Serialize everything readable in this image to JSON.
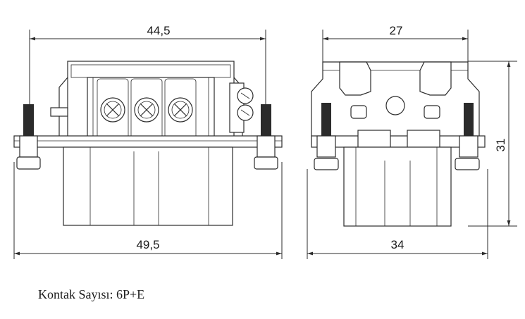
{
  "dimensions": {
    "front_top_width": "44,5",
    "front_bottom_width": "49,5",
    "side_top_width": "27",
    "side_bottom_width": "34",
    "side_height": "31"
  },
  "caption": "Kontak Sayısı: 6P+E",
  "colors": {
    "line": "#2b2b2b",
    "background": "#ffffff"
  }
}
